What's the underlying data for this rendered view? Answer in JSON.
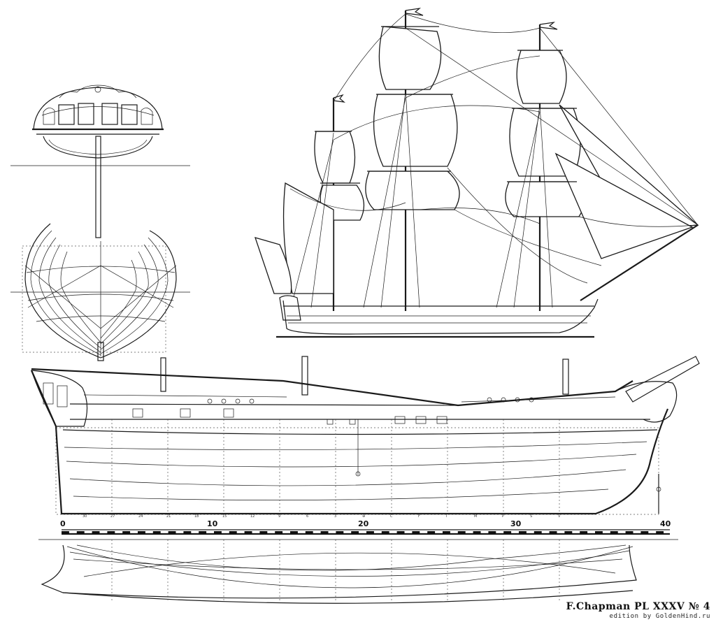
{
  "caption": {
    "plate_title": "F.Chapman PL XXXV № 4",
    "edition": "edition by GoldenHind.ru"
  },
  "scale_bar": {
    "labels": [
      "0",
      "10",
      "20",
      "30",
      "40"
    ],
    "station_labels": [
      "30",
      "27",
      "24",
      "21",
      "18",
      "15",
      "12",
      "9",
      "6",
      "3",
      "⊕",
      "C",
      "F",
      "I",
      "M",
      "P",
      "S",
      "V"
    ]
  },
  "colors": {
    "ink": "#1a1a1a",
    "paper": "#ffffff"
  }
}
